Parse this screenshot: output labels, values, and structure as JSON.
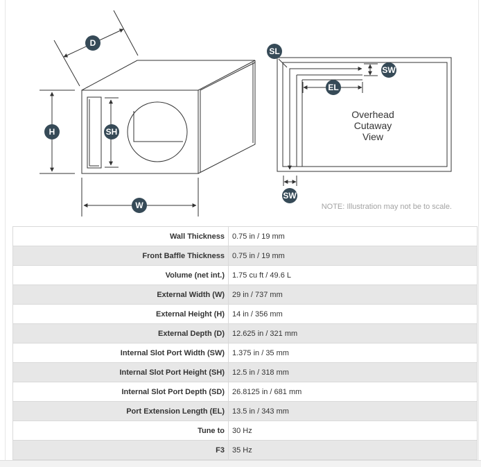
{
  "diagram": {
    "labels": {
      "D": "D",
      "H": "H",
      "SH": "SH",
      "W": "W",
      "SL": "SL",
      "SW_top": "SW",
      "EL": "EL",
      "SW_bottom": "SW"
    },
    "overhead_lines": [
      "Overhead",
      "Cutaway",
      "View"
    ],
    "note": "NOTE: Illustration may not be to scale.",
    "colors": {
      "badge": "#364a57",
      "line": "#333333",
      "note": "#a3a3a3"
    }
  },
  "specs": [
    {
      "label": "Wall Thickness",
      "value": "0.75 in / 19 mm"
    },
    {
      "label": "Front Baffle Thickness",
      "value": "0.75 in / 19 mm"
    },
    {
      "label": "Volume (net int.)",
      "value": "1.75 cu ft / 49.6 L"
    },
    {
      "label": "External Width (W)",
      "value": "29 in / 737 mm"
    },
    {
      "label": "External Height (H)",
      "value": "14 in / 356 mm"
    },
    {
      "label": "External Depth (D)",
      "value": "12.625 in / 321 mm"
    },
    {
      "label": "Internal Slot Port Width (SW)",
      "value": "1.375 in / 35 mm"
    },
    {
      "label": "Internal Slot Port Height (SH)",
      "value": "12.5 in / 318 mm"
    },
    {
      "label": "Internal Slot Port Depth (SD)",
      "value": "26.8125 in / 681 mm"
    },
    {
      "label": "Port Extension Length (EL)",
      "value": "13.5 in / 343 mm"
    },
    {
      "label": "Tune to",
      "value": "30 Hz"
    },
    {
      "label": "F3",
      "value": "35 Hz"
    }
  ]
}
